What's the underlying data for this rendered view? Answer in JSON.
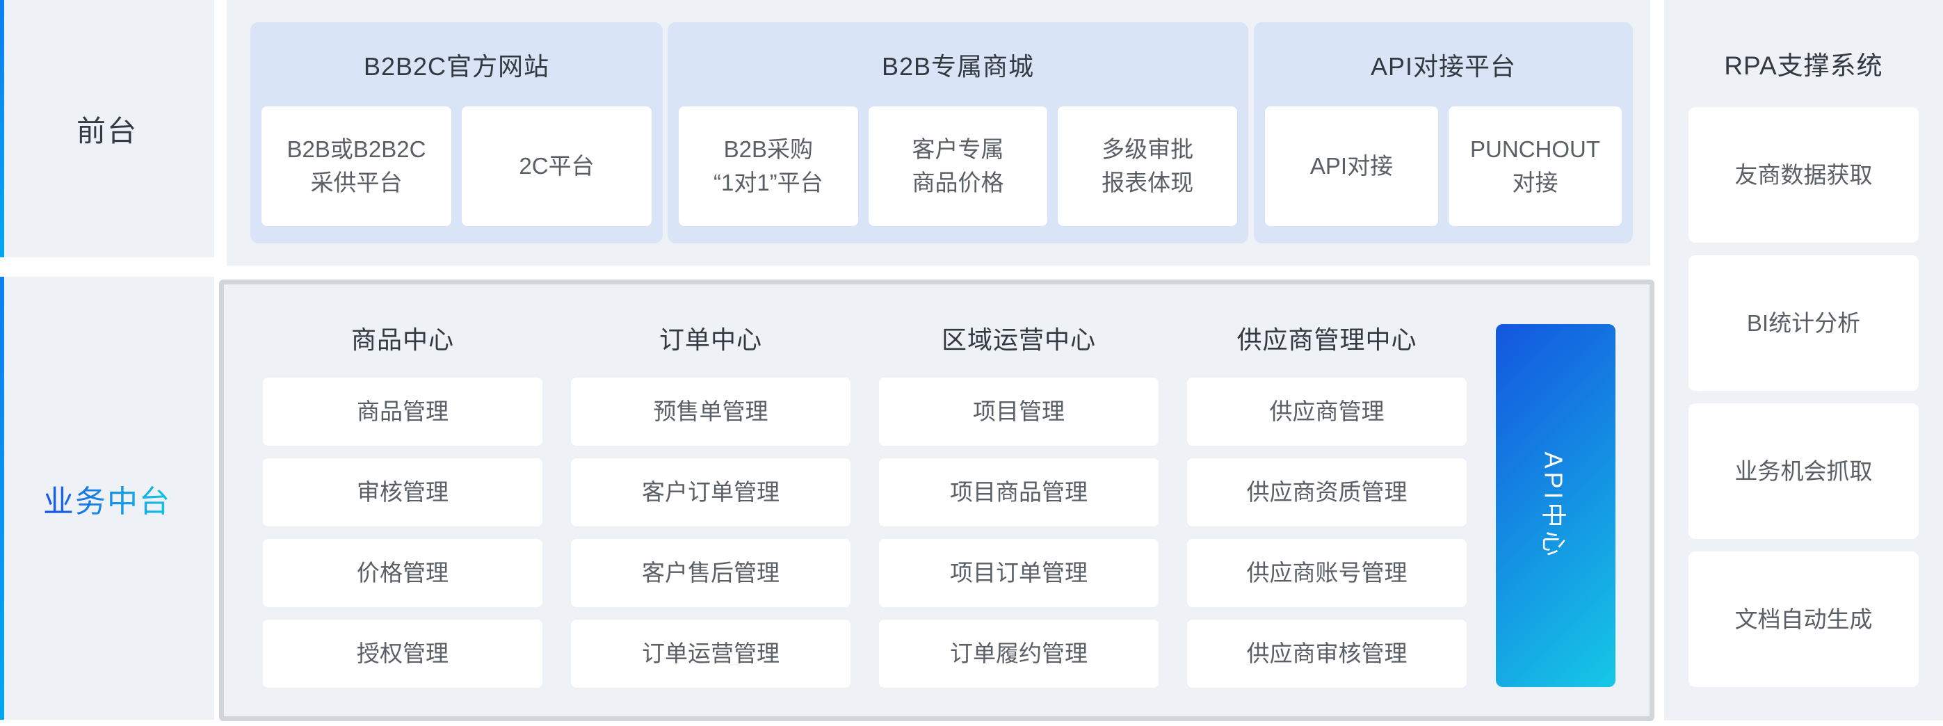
{
  "front_stage": {
    "label": "前台",
    "groups": [
      {
        "title": "B2B2C官方网站",
        "cards": [
          "B2B或B2B2C\n采供平台",
          "2C平台"
        ]
      },
      {
        "title": "B2B专属商城",
        "cards": [
          "B2B采购\n“1对1”平台",
          "客户专属\n商品价格",
          "多级审批\n报表体现"
        ]
      },
      {
        "title": "API对接平台",
        "cards": [
          "API对接",
          "PUNCHOUT\n对接"
        ]
      }
    ]
  },
  "middle_stage": {
    "label": "业务中台",
    "columns": [
      {
        "title": "商品中心",
        "cards": [
          "商品管理",
          "审核管理",
          "价格管理",
          "授权管理"
        ]
      },
      {
        "title": "订单中心",
        "cards": [
          "预售单管理",
          "客户订单管理",
          "客户售后管理",
          "订单运营管理"
        ]
      },
      {
        "title": "区域运营中心",
        "cards": [
          "项目管理",
          "项目商品管理",
          "项目订单管理",
          "订单履约管理"
        ]
      },
      {
        "title": "供应商管理中心",
        "cards": [
          "供应商管理",
          "供应商资质管理",
          "供应商账号管理",
          "供应商审核管理"
        ]
      }
    ],
    "api_center_label": "API中心"
  },
  "rpa": {
    "title": "RPA支撑系统",
    "cards": [
      "友商数据获取",
      "BI统计分析",
      "业务机会抓取",
      "文档自动生成"
    ]
  },
  "colors": {
    "accent_bar_gradient": [
      "#0d7ef0",
      "#04a6f3"
    ],
    "panel_bg": "#eef1f6",
    "group_bg": "#d9e4f6",
    "panel_border": "#d2d6da",
    "api_center_gradient": [
      "#1456df",
      "#15c8e6"
    ],
    "middle_label_gradient": [
      "#1b52e8",
      "#14c6e2"
    ],
    "title_text": "#333940",
    "card_text": "#5a5f66"
  }
}
